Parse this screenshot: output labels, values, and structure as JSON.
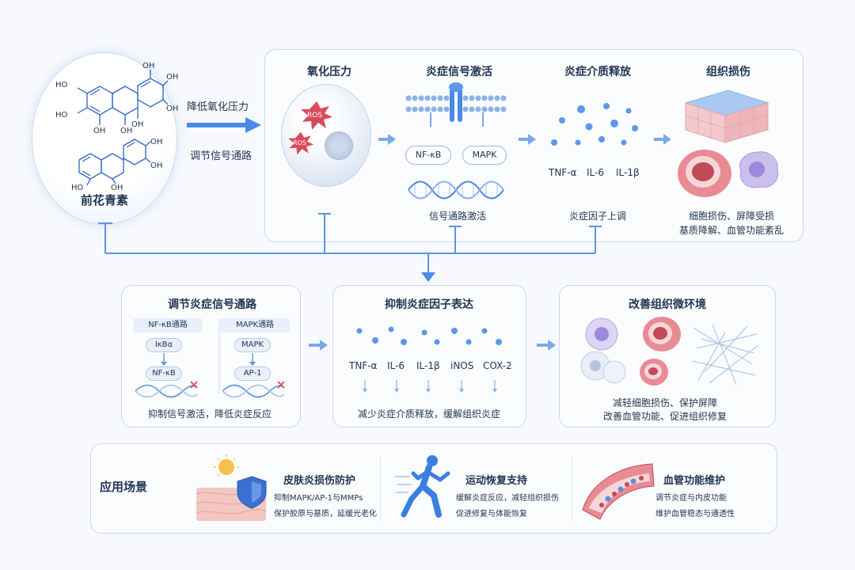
{
  "anthocyanin": {
    "name": "前花青素"
  },
  "entry_arrow": {
    "label_top": "降低氧化压力",
    "label_bottom": "调节信号通路"
  },
  "top_panel": {
    "stages": [
      {
        "title": "氧化压力",
        "badge_1": "ROS",
        "badge_2": "ROS"
      },
      {
        "title": "炎症信号激活",
        "node_1": "NF-κB",
        "node_2": "MAPK",
        "caption": "信号通路激活"
      },
      {
        "title": "炎症介质释放",
        "cytokines": [
          "TNF-α",
          "IL-6",
          "IL-1β"
        ],
        "caption": "炎症因子上调"
      },
      {
        "title": "组织损伤",
        "caption_1": "细胞损伤、屏障受损",
        "caption_2": "基质降解、血管功能紊乱"
      }
    ]
  },
  "mid_panels": {
    "signaling": {
      "title": "调节炎症信号通路",
      "nfkb_path": {
        "label": "NF-κB通路",
        "node_1": "IκBα",
        "node_2": "NF-κB"
      },
      "mapk_path": {
        "label": "MAPK通路",
        "node_1": "MAPK",
        "node_2": "AP-1"
      },
      "caption": "抑制信号激活，降低炎症反应"
    },
    "cytokine": {
      "title": "抑制炎症因子表达",
      "factors": [
        "TNF-α",
        "IL-6",
        "IL-1β",
        "iNOS",
        "COX-2"
      ],
      "caption": "减少炎症介质释放，缓解组织炎症"
    },
    "microenv": {
      "title": "改善组织微环境",
      "caption_1": "减轻细胞损伤、保护屏障",
      "caption_2": "改善血管功能、促进组织修复"
    }
  },
  "applications": {
    "title": "应用场景",
    "items": [
      {
        "title": "皮肤炎损伤防护",
        "line_1": "抑制MAPK/AP-1与MMPs",
        "line_2": "保护胶原与基质，延缓光老化"
      },
      {
        "title": "运动恢复支持",
        "line_1": "缓解炎症反应，减轻组织损伤",
        "line_2": "促进修复与体能恢复"
      },
      {
        "title": "血管功能维护",
        "line_1": "调节炎症与内皮功能",
        "line_2": "维护血管稳态与通透性"
      }
    ]
  },
  "colors": {
    "accent": "#3b82e6",
    "line": "#5b95e0",
    "border": "#c9d8ef",
    "ros": "#d94b5b"
  }
}
